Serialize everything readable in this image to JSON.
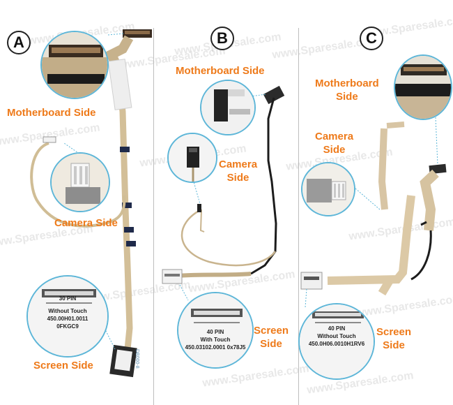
{
  "watermark": "www.Sparesale.com",
  "colors": {
    "accent": "#ee7a1a",
    "circle_border": "#5db6d8",
    "cable": "#d8c3a0",
    "wire_black": "#1c1c1c"
  },
  "panels": [
    {
      "badge": "A",
      "labels": {
        "motherboard": "Motherboard Side",
        "camera": "Camera Side",
        "screen": "Screen Side"
      },
      "spec": {
        "pins": "30 PIN",
        "touch": "Without Touch",
        "part": "450.00H01.0011",
        "code": "0FKGC9"
      },
      "connector_print": "DB000-8"
    },
    {
      "badge": "B",
      "labels": {
        "motherboard": "Motherboard Side",
        "camera": "Camera\nSide",
        "screen": "Screen\nSide"
      },
      "spec": {
        "pins": "40 PIN",
        "touch": "With Touch",
        "part": "450.03102.0001 0x78J5"
      }
    },
    {
      "badge": "C",
      "labels": {
        "motherboard": "Motherboard\nSide",
        "camera": "Camera\nSide",
        "screen": "Screen\nSide"
      },
      "spec": {
        "pins": "40 PIN",
        "touch": "Without Touch",
        "part": "450.0H06.0010H1RV6"
      }
    }
  ]
}
